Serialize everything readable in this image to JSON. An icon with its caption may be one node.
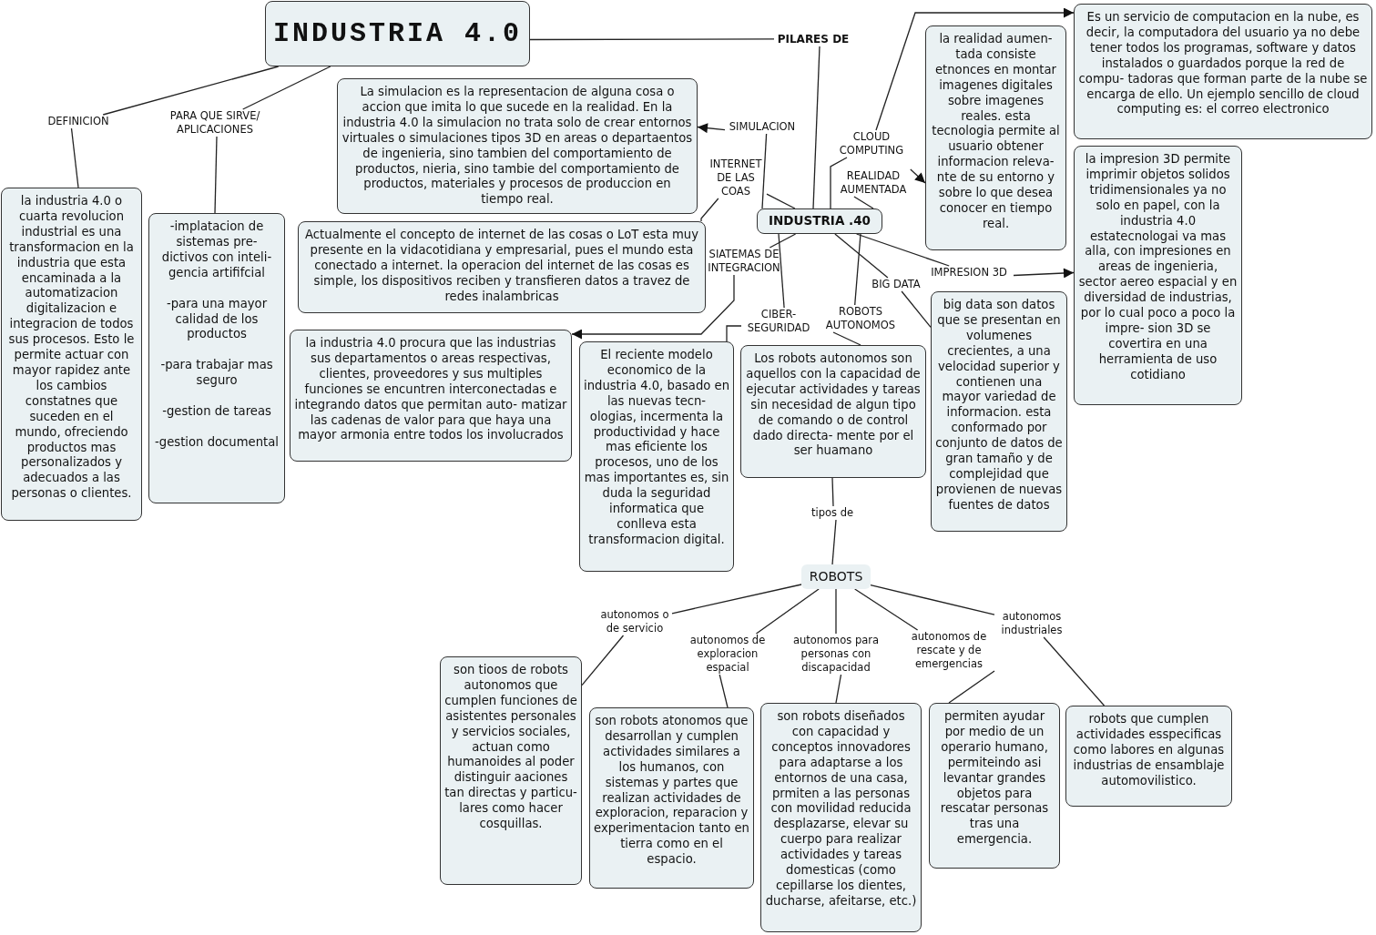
{
  "diagram": {
    "nodes": [
      {
        "text": [
          "INDUSTRIA 4.0"
        ]
      },
      {
        "text": [
          "DEFINICION"
        ]
      },
      {
        "text": [
          "PARA QUE SIRVE/ APLICACIONES"
        ]
      },
      {
        "text": [
          "la industria 4.0 o cuarta revolucion industrial es una transformacion en la industria que esta encaminada a la automatizacion digitalizacion e integracion de todos sus procesos. Esto le permite actuar con mayor rapidez ante los cambios constatnes que suceden en el mundo, ofreciendo productos mas personalizados y adecuados a las personas o clientes."
        ]
      },
      {
        "text": [
          "-implatacion de sistemas pre- dictivos con inteli- gencia artififcial",
          "-para una mayor calidad de los productos",
          "-para trabajar mas seguro",
          "-gestion de tareas",
          "-gestion documental"
        ]
      },
      {
        "text": [
          "PILARES DE"
        ]
      },
      {
        "text": [
          "INDUSTRIA .40"
        ]
      },
      {
        "text": [
          "SIMULACION"
        ]
      },
      {
        "text": [
          "La simulacion es la representacion de alguna cosa o accion que imita lo que sucede en la realidad. En la industria 4.0 la simulacion no trata solo de crear entornos virtuales o simulaciones tipos 3D en areas o departaentos de ingenieria, sino tambien del comportamiento de productos, nieria, sino tambie del comportamiento de productos, materiales y procesos de produccion en tiempo real."
        ]
      },
      {
        "text": [
          "INTERNET DE LAS COAS"
        ]
      },
      {
        "text": [
          "Actualmente el concepto de internet de las cosas o LoT esta muy presente en la vidacotidiana y empresarial, pues el mundo esta conectado a internet. la operacion del internet de las cosas es simple, los dispositivos reciben y transfieren datos a travez de redes inalambricas"
        ]
      },
      {
        "text": [
          "SIATEMAS DE INTEGRACION"
        ]
      },
      {
        "text": [
          "la industria 4.0 procura que las industrias sus departamentos o areas respectivas, clientes, proveedores y sus multiples funciones se encuntren interconectadas e integrando datos que permitan auto- matizar las cadenas de valor para que haya una mayor armonia entre todos los involucrados"
        ]
      },
      {
        "text": [
          "CIBER- SEGURIDAD"
        ]
      },
      {
        "text": [
          "El reciente modelo economico de la industria 4.0, basado en las nuevas tecn- ologias, incermenta la productividad y hace mas eficiente los procesos, uno de los mas importantes es, sin duda la seguridad informatica que conlleva esta transformacion digital."
        ]
      },
      {
        "text": [
          "ROBOTS AUTONOMOS"
        ]
      },
      {
        "text": [
          "Los robots autonomos son aquellos con la capacidad de ejecutar actividades y tareas sin necesidad de algun tipo de comando o de control dado directa- mente por el ser huamano"
        ]
      },
      {
        "text": [
          "CLOUD COMPUTING"
        ]
      },
      {
        "text": [
          "Es un servicio de computacion en la nube, es decir, la computadora del usuario ya no debe tener todos los programas, software y datos instalados o guardados porque la red de compu- tadoras que forman parte de la nube se encarga de ello. Un ejemplo sencillo de cloud computing es: el correo electronico"
        ]
      },
      {
        "text": [
          "REALIDAD AUMENTADA"
        ]
      },
      {
        "text": [
          "la realidad aumen- tada consiste etnonces en montar imagenes digitales sobre imagenes reales. esta tecnologia permite al usuario obtener informacion releva- nte de su entorno y sobre lo que desea conocer en tiempo real."
        ]
      },
      {
        "text": [
          "BIG DATA"
        ]
      },
      {
        "text": [
          "big data son datos que se presentan en volumenes crecientes, a una velocidad superior y contienen una mayor variedad de informacion. esta conformado por conjunto de datos de gran tamaño y de complejidad que provienen de nuevas fuentes de datos"
        ]
      },
      {
        "text": [
          "IMPRESION 3D"
        ]
      },
      {
        "text": [
          "la impresion 3D permite imprimir objetos solidos tridimensionales ya no solo en papel, con la industria 4.0 estatecnologai va mas alla, con impresiones en areas de ingenieria, sector aereo espacial y en diversidad de industrias, por lo cual poco a poco la impre- sion 3D se covertira en una herramienta de uso cotidiano"
        ]
      },
      {
        "text": [
          "tipos de"
        ]
      },
      {
        "text": [
          "ROBOTS"
        ]
      },
      {
        "text": [
          "autonomos o de servicio"
        ]
      },
      {
        "text": [
          "son tioos de robots autonomos que cumplen funciones de asistentes personales y servicios sociales, actuan como humanoides al poder distinguir aaciones tan directas y particu- lares como hacer cosquillas."
        ]
      },
      {
        "text": [
          "autonomos de exploracion espacial"
        ]
      },
      {
        "text": [
          "son robots atonomos que desarrollan y cumplen actividades similares a los humanos, con sistemas y partes que realizan actividades de exploracion, reparacion y experimentacion tanto en tierra como en el espacio."
        ]
      },
      {
        "text": [
          "autonomos para personas con discapacidad"
        ]
      },
      {
        "text": [
          "son robots diseñados con capacidad y conceptos innovadores para adaptarse a los entornos de una casa, prmiten a las personas con movilidad reducida desplazarse, elevar su cuerpo para realizar actividades y tareas domesticas (como cepillarse los dientes, ducharse, afeitarse, etc.)"
        ]
      },
      {
        "text": [
          "autonomos de rescate y de emergencias"
        ]
      },
      {
        "text": [
          "permiten ayudar por medio de un operario humano, permiteindo asi levantar grandes objetos para rescatar personas tras una emergencia."
        ]
      },
      {
        "text": [
          "autonomos industriales"
        ]
      },
      {
        "text": [
          "robots que cumplen actividades esspecificas como labores en algunas industrias de ensamblaje automovilistico."
        ]
      }
    ],
    "edges": [
      {
        "from": 0,
        "to": 1,
        "arrow": "none"
      },
      {
        "from": 1,
        "to": 3,
        "arrow": "none"
      },
      {
        "from": 0,
        "to": 2,
        "arrow": "none"
      },
      {
        "from": 2,
        "to": 4,
        "arrow": "none"
      },
      {
        "from": 0,
        "to": 5,
        "arrow": "none"
      },
      {
        "from": 5,
        "to": 6,
        "arrow": "none"
      },
      {
        "from": 6,
        "to": 7,
        "arrow": "none"
      },
      {
        "from": 7,
        "to": 8,
        "arrow": "to"
      },
      {
        "from": 6,
        "to": 9,
        "arrow": "none"
      },
      {
        "from": 9,
        "to": 10,
        "arrow": "none"
      },
      {
        "from": 6,
        "to": 11,
        "arrow": "none"
      },
      {
        "from": 11,
        "to": 12,
        "arrow": "to"
      },
      {
        "from": 6,
        "to": 13,
        "arrow": "none"
      },
      {
        "from": 13,
        "to": 14,
        "arrow": "none"
      },
      {
        "from": 6,
        "to": 15,
        "arrow": "none"
      },
      {
        "from": 15,
        "to": 16,
        "arrow": "none"
      },
      {
        "from": 6,
        "to": 17,
        "arrow": "none"
      },
      {
        "from": 17,
        "to": 18,
        "arrow": "to"
      },
      {
        "from": 6,
        "to": 19,
        "arrow": "none"
      },
      {
        "from": 19,
        "to": 20,
        "arrow": "to"
      },
      {
        "from": 6,
        "to": 21,
        "arrow": "none"
      },
      {
        "from": 21,
        "to": 22,
        "arrow": "none"
      },
      {
        "from": 6,
        "to": 23,
        "arrow": "none"
      },
      {
        "from": 23,
        "to": 24,
        "arrow": "to"
      },
      {
        "from": 16,
        "to": 25,
        "arrow": "none"
      },
      {
        "from": 25,
        "to": 26,
        "arrow": "none"
      },
      {
        "from": 26,
        "to": 27,
        "arrow": "none"
      },
      {
        "from": 27,
        "to": 28,
        "arrow": "none"
      },
      {
        "from": 26,
        "to": 29,
        "arrow": "none"
      },
      {
        "from": 29,
        "to": 30,
        "arrow": "none"
      },
      {
        "from": 26,
        "to": 31,
        "arrow": "none"
      },
      {
        "from": 31,
        "to": 32,
        "arrow": "none"
      },
      {
        "from": 26,
        "to": 33,
        "arrow": "none"
      },
      {
        "from": 33,
        "to": 34,
        "arrow": "none"
      },
      {
        "from": 26,
        "to": 35,
        "arrow": "none"
      },
      {
        "from": 35,
        "to": 36,
        "arrow": "none"
      }
    ]
  }
}
